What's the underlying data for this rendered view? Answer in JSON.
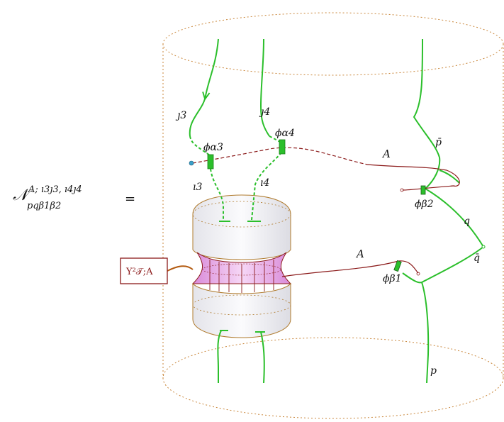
{
  "diagram": {
    "lhs": {
      "base": "𝒩",
      "superscript": "A; ı3ȷ3, ı4ȷ4",
      "subscript": "pqβ1β2",
      "equals": "="
    },
    "labels": {
      "j3": "ȷ3",
      "j4": "ȷ4",
      "i3": "ı3",
      "i4": "ı4",
      "phi_alpha3": "ϕα3",
      "phi_alpha4": "ϕα4",
      "phi_beta1": "ϕβ1",
      "phi_beta2": "ϕβ2",
      "A_upper": "A",
      "A_lower": "A",
      "p_bar": "p̄",
      "q": "q",
      "q_bar": "q̄",
      "p": "p"
    },
    "box": {
      "text": "Y²𝒯;A"
    },
    "colors": {
      "green": "#2bbf2b",
      "darkred": "#8b1a1a",
      "frame": "#c9863a",
      "pink": "#e6a6e6",
      "box_border": "#8b1a1a",
      "box_text": "#8b1a1a"
    }
  }
}
